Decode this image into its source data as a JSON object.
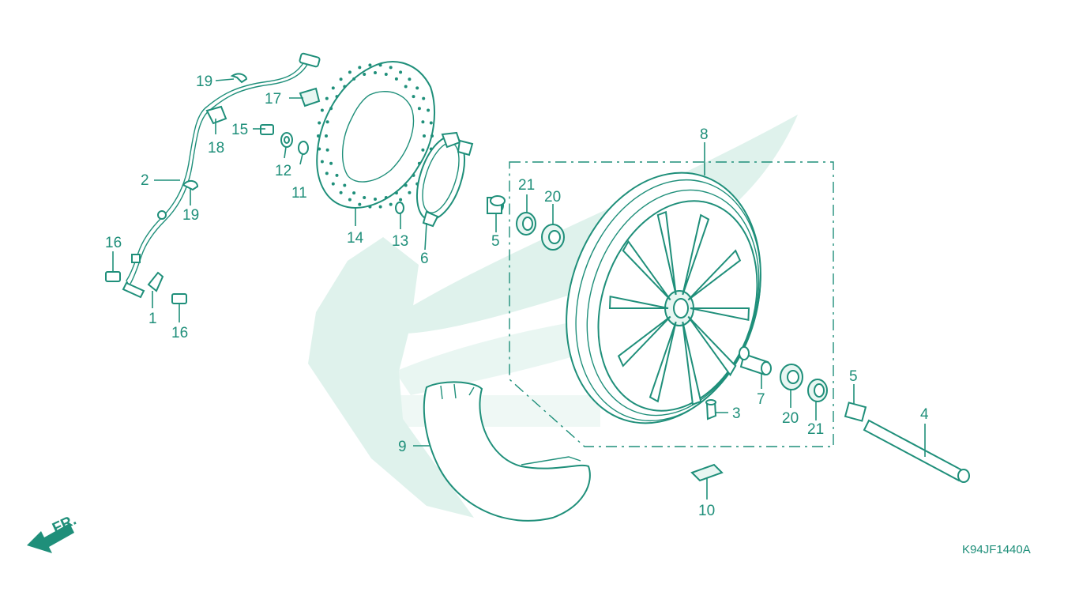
{
  "diagram": {
    "code": "K94JF1440A",
    "front_marker": "FR.",
    "colors": {
      "line": "#1f8f7a",
      "watermark": "#dff2ec"
    },
    "callouts": {
      "c1": "1",
      "c2": "2",
      "c3": "3",
      "c4": "4",
      "c5a": "5",
      "c5b": "5",
      "c6": "6",
      "c7": "7",
      "c8": "8",
      "c9": "9",
      "c10": "10",
      "c11": "11",
      "c12": "12",
      "c13": "13",
      "c14": "14",
      "c15": "15",
      "c16a": "16",
      "c16b": "16",
      "c17": "17",
      "c18": "18",
      "c19a": "19",
      "c19b": "19",
      "c20a": "20",
      "c20b": "20",
      "c21a": "21",
      "c21b": "21"
    }
  }
}
